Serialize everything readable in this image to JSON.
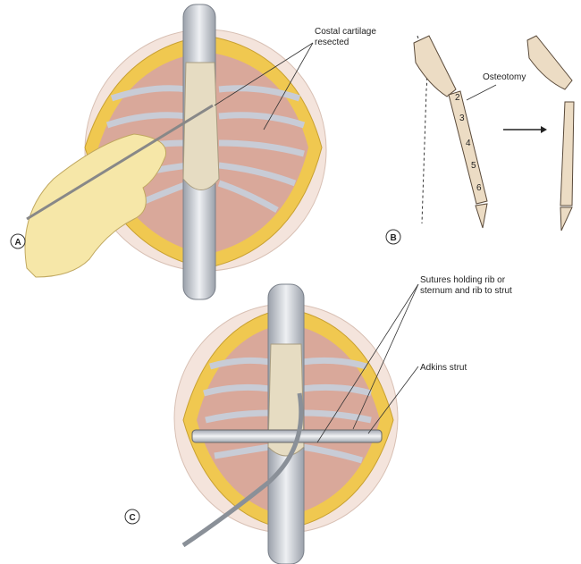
{
  "panel_a": {
    "letter": "A",
    "label_line1": "Costal cartilage",
    "label_line2": "resected"
  },
  "panel_b": {
    "letter": "B",
    "label": "Osteotomy",
    "segments": [
      "2",
      "3",
      "4",
      "5",
      "6"
    ]
  },
  "panel_c": {
    "letter": "C",
    "sutures_line1": "Sutures holding rib or",
    "sutures_line2": "sternum and rib to strut",
    "strut_label": "Adkins strut"
  },
  "colors": {
    "fat": "#f0c850",
    "muscle": "#d9a89a",
    "bone": "#ecdcc4",
    "sternum": "#c8ccd4",
    "skin": "#f6e7a8"
  }
}
